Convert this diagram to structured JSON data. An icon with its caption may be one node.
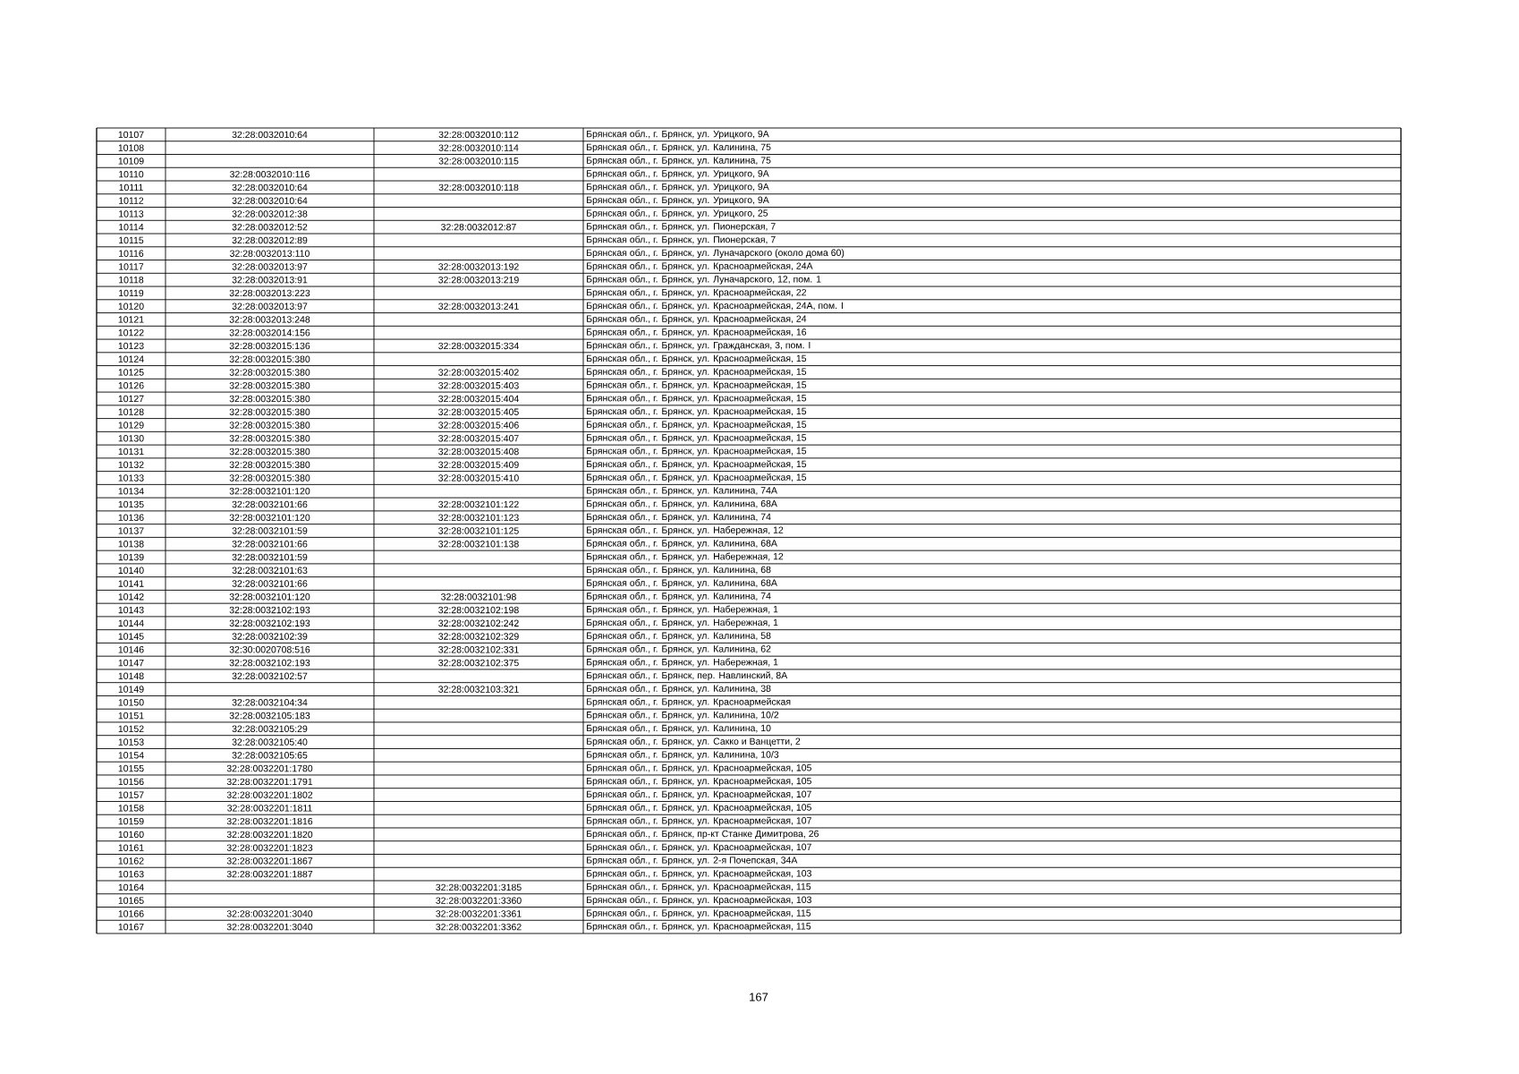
{
  "diagram": {
    "labels": [
      "10107",
      "32:28:0032010:64",
      "32:28:0032010:112",
      "Брянская обл., г. Брянск, ул. Урицкого, 9А",
      "10108",
      "32:28:0032010:114",
      "Брянская обл., г. Брянск, ул. Калинина, 75",
      "10109",
      "32:28:0032010:115",
      "Брянская обл., г. Брянск, ул. Калинина, 75",
      "10110",
      "32:28:0032010:116",
      "Брянская обл., г. Брянск, ул. Урицкого, 9А",
      "10111",
      "32:28:0032010:64",
      "32:28:0032010:118",
      "Брянская обл., г. Брянск, ул. Урицкого, 9А",
      "10112",
      "32:28:0032010:64",
      "Брянская обл., г. Брянск, ул. Урицкого, 9А",
      "10113",
      "32:28:0032012:38",
      "Брянская обл., г. Брянск, ул. Урицкого, 25",
      "10114",
      "32:28:0032012:52",
      "32:28:0032012:87",
      "Брянская обл., г. Брянск, ул. Пионерская, 7",
      "10115",
      "32:28:0032012:89",
      "Брянская обл., г. Брянск, ул. Пионерская, 7",
      "10116",
      "32:28:0032013:110",
      "Брянская обл., г. Брянск, ул. Луначарского (около дома 60)",
      "10117",
      "32:28:0032013:97",
      "32:28:0032013:192",
      "Брянская обл., г. Брянск, ул. Красноармейская, 24А",
      "10118",
      "32:28:0032013:91",
      "32:28:0032013:219",
      "Брянская обл., г. Брянск, ул. Луначарского, 12, пом. 1",
      "10119",
      "32:28:0032013:223",
      "Брянская обл., г. Брянск, ул. Красноармейская, 22",
      "10120",
      "32:28:0032013:97",
      "32:28:0032013:241",
      "Брянская обл., г. Брянск, ул. Красноармейская, 24А, пом. I",
      "10121",
      "32:28:0032013:248",
      "Брянская обл., г. Брянск, ул. Красноармейская, 24",
      "10122",
      "32:28:0032014:156",
      "Брянская обл., г. Брянск, ул. Красноармейская, 16",
      "10123",
      "32:28:0032015:136",
      "32:28:0032015:334",
      "Брянская обл., г. Брянск, ул. Гражданская, 3, пом. I",
      "10124",
      "32:28:0032015:380",
      "Брянская обл., г. Брянск, ул. Красноармейская, 15",
      "10125",
      "32:28:0032015:380",
      "32:28:0032015:402",
      "Брянская обл., г. Брянск, ул. Красноармейская, 15",
      "10126",
      "32:28:0032015:380",
      "32:28:0032015:403",
      "Брянская обл., г. Брянск, ул. Красноармейская, 15",
      "10127",
      "32:28:0032015:380",
      "32:28:0032015:404",
      "Брянская обл., г. Брянск, ул. Красноармейская, 15",
      "10128",
      "32:28:0032015:380",
      "32:28:0032015:405",
      "Брянская обл., г. Брянск, ул. Красноармейская, 15",
      "10129",
      "32:28:0032015:380",
      "32:28:0032015:406",
      "Брянская обл., г. Брянск, ул. Красноармейская, 15",
      "10130",
      "32:28:0032015:380",
      "32:28:0032015:407",
      "Брянская обл., г. Брянск, ул. Красноармейская, 15",
      "10131",
      "32:28:0032015:380",
      "32:28:0032015:408",
      "Брянская обл., г. Брянск, ул. Красноармейская, 15",
      "10132",
      "32:28:0032015:380",
      "32:28:0032015:409",
      "Брянская обл., г. Брянск, ул. Красноармейская, 15",
      "10133",
      "32:28:0032015:380",
      "32:28:0032015:410",
      "Брянская обл., г. Брянск, ул. Красноармейская, 15",
      "10134",
      "32:28:0032101:120",
      "Брянская обл., г. Брянск, ул. Калинина, 74А",
      "10135",
      "32:28:0032101:66",
      "32:28:0032101:122",
      "Брянская обл., г. Брянск, ул. Калинина, 68А",
      "10136",
      "32:28:0032101:120",
      "32:28:0032101:123",
      "Брянская обл., г. Брянск, ул. Калинина, 74",
      "10137",
      "32:28:0032101:59",
      "32:28:0032101:125",
      "Брянская обл., г. Брянск, ул. Набережная, 12",
      "10138",
      "32:28:0032101:66",
      "32:28:0032101:138",
      "Брянская обл., г. Брянск, ул. Калинина, 68А",
      "10139",
      "32:28:0032101:59",
      "Брянская обл., г. Брянск, ул. Набережная, 12",
      "10140",
      "32:28:0032101:63",
      "Брянская обл., г. Брянск, ул. Калинина, 68",
      "10141",
      "32:28:0032101:66",
      "Брянская обл., г. Брянск, ул. Калинина, 68А",
      "10142",
      "32:28:0032101:120",
      "32:28:0032101:98",
      "Брянская обл., г. Брянск, ул. Калинина, 74",
      "10143",
      "32:28:0032102:193",
      "32:28:0032102:198",
      "Брянская обл., г. Брянск, ул. Набережная, 1",
      "10144",
      "32:28:0032102:193",
      "32:28:0032102:242",
      "Брянская обл., г. Брянск, ул. Набережная, 1",
      "10145",
      "32:28:0032102:39",
      "32:28:0032102:329",
      "Брянская обл., г. Брянск, ул. Калинина, 58",
      "10146",
      "32:30:0020708:516",
      "32:28:0032102:331",
      "Брянская обл., г. Брянск, ул. Калинина, 62",
      "10147",
      "32:28:0032102:193",
      "32:28:0032102:375",
      "Брянская обл., г. Брянск, ул. Набережная, 1",
      "10148",
      "32:28:0032102:57",
      "Брянская обл., г. Брянск, пер. Навлинский, 8А",
      "10149",
      "32:28:0032103:321",
      "Брянская обл., г. Брянск, ул. Калинина, 38",
      "10150",
      "32:28:0032104:34",
      "Брянская обл., г. Брянск, ул. Красноармейская",
      "10151",
      "32:28:0032105:183",
      "Брянская обл., г. Брянск, ул. Калинина, 10/2",
      "10152",
      "32:28:0032105:29",
      "Брянская обл., г. Брянск, ул. Калинина, 10",
      "10153",
      "32:28:0032105:40",
      "Брянская обл., г. Брянск, ул. Сакко и Ванцетти, 2",
      "10154",
      "32:28:0032105:65",
      "Брянская обл., г. Брянск, ул. Калинина, 10/3",
      "10155",
      "32:28:0032201:1780",
      "Брянская обл., г. Брянск, ул. Красноармейская, 105",
      "10156",
      "32:28:0032201:1791",
      "Брянская обл., г. Брянск, ул. Красноармейская, 105",
      "10157",
      "32:28:0032201:1802",
      "Брянская обл., г. Брянск, ул. Красноармейская, 107",
      "10158",
      "32:28:0032201:1811",
      "Брянская обл., г. Брянск, ул. Красноармейская, 105",
      "10159",
      "32:28:0032201:1816",
      "Брянская обл., г. Брянск, ул. Красноармейская, 107",
      "10160",
      "32:28:0032201:1820",
      "Брянская обл., г. Брянск, пр-кт Станке Димитрова, 26",
      "10161",
      "32:28:0032201:1823",
      "Брянская обл., г. Брянск, ул. Красноармейская, 107",
      "10162",
      "32:28:0032201:1867",
      "Брянская обл., г. Брянск, ул. 2-я Почепская, 34А",
      "10163",
      "32:28:0032201:1887",
      "Брянская обл., г. Брянск, ул. Красноармейская, 103",
      "10164",
      "32:28:0032201:3185",
      "Брянская обл., г. Брянск, ул. Красноармейская, 115",
      "10165",
      "32:28:0032201:3360",
      "Брянская обл., г. Брянск, ул. Красноармейская, 103",
      "10166",
      "32:28:0032201:3040",
      "32:28:0032201:3361",
      "Брянская обл., г. Брянск, ул. Красноармейская, 115",
      "10167",
      "32:28:0032201:3040",
      "32:28:0032201:3362",
      "Брянская обл., г. Брянск, ул. Красноармейская, 115",
      "167"
    ]
  }
}
